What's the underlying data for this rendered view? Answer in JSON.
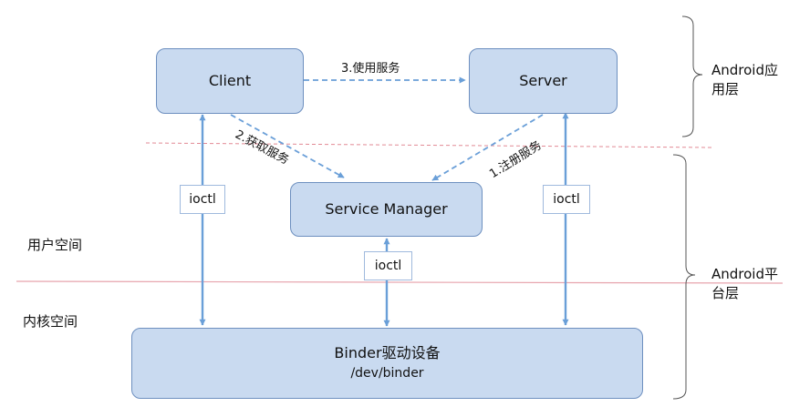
{
  "colors": {
    "box_fill": "#c9daf0",
    "box_border": "#6d8fbf",
    "arrow": "#6a9fd8",
    "dashed_divider": "#e28a95",
    "solid_divider": "#e7a4ad",
    "brace": "#555555"
  },
  "nodes": {
    "client": "Client",
    "server": "Server",
    "service_manager": "Service Manager",
    "binder_title": "Binder驱动设备",
    "binder_sub": "/dev/binder"
  },
  "edges": {
    "use_service": "3.使用服务",
    "get_service": "2.获取服务",
    "register_service": "1.注册服务",
    "ioctl_client": "ioctl",
    "ioctl_sm": "ioctl",
    "ioctl_server": "ioctl"
  },
  "regions": {
    "user_space": "用户空间",
    "kernel_space": "内核空间",
    "android_app_layer": [
      "Android应",
      "用层"
    ],
    "android_platform_layer": [
      "Android平",
      "台层"
    ]
  }
}
